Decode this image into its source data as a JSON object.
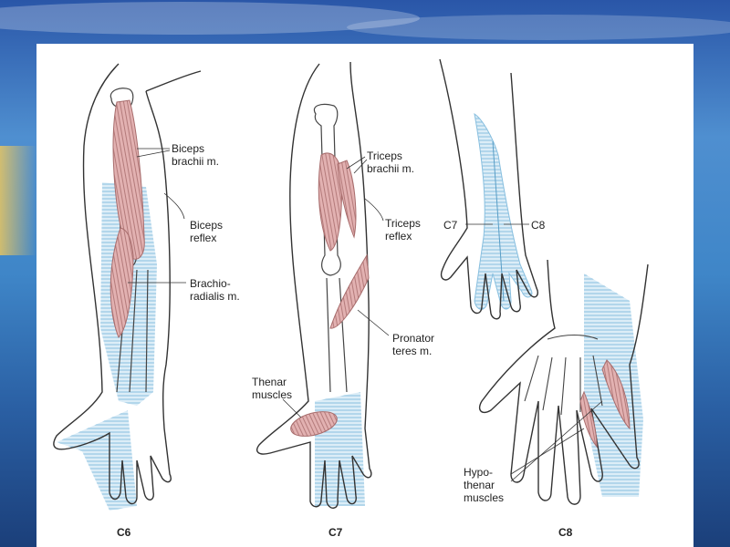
{
  "colors": {
    "muscle": "#d8a3a3",
    "muscle_stroke": "#a86d6d",
    "dermatome": "#a9d2e8",
    "outline": "#333333"
  },
  "labels": {
    "biceps_brachii": "Biceps\nbrachii m.",
    "biceps_reflex": "Biceps\nreflex",
    "brachioradialis": "Brachio-\nradialis m.",
    "triceps_brachii": "Triceps\nbrachii m.",
    "triceps_reflex": "Triceps\nreflex",
    "pronator_teres": "Pronator\nteres m.",
    "thenar": "Thenar\nmuscles",
    "c7_line": "C7",
    "c8_line": "C8",
    "hypothenar": "Hypo-\nthenar\nmuscles"
  },
  "captions": {
    "c6": "C6",
    "c7": "C7",
    "c8": "C8"
  }
}
